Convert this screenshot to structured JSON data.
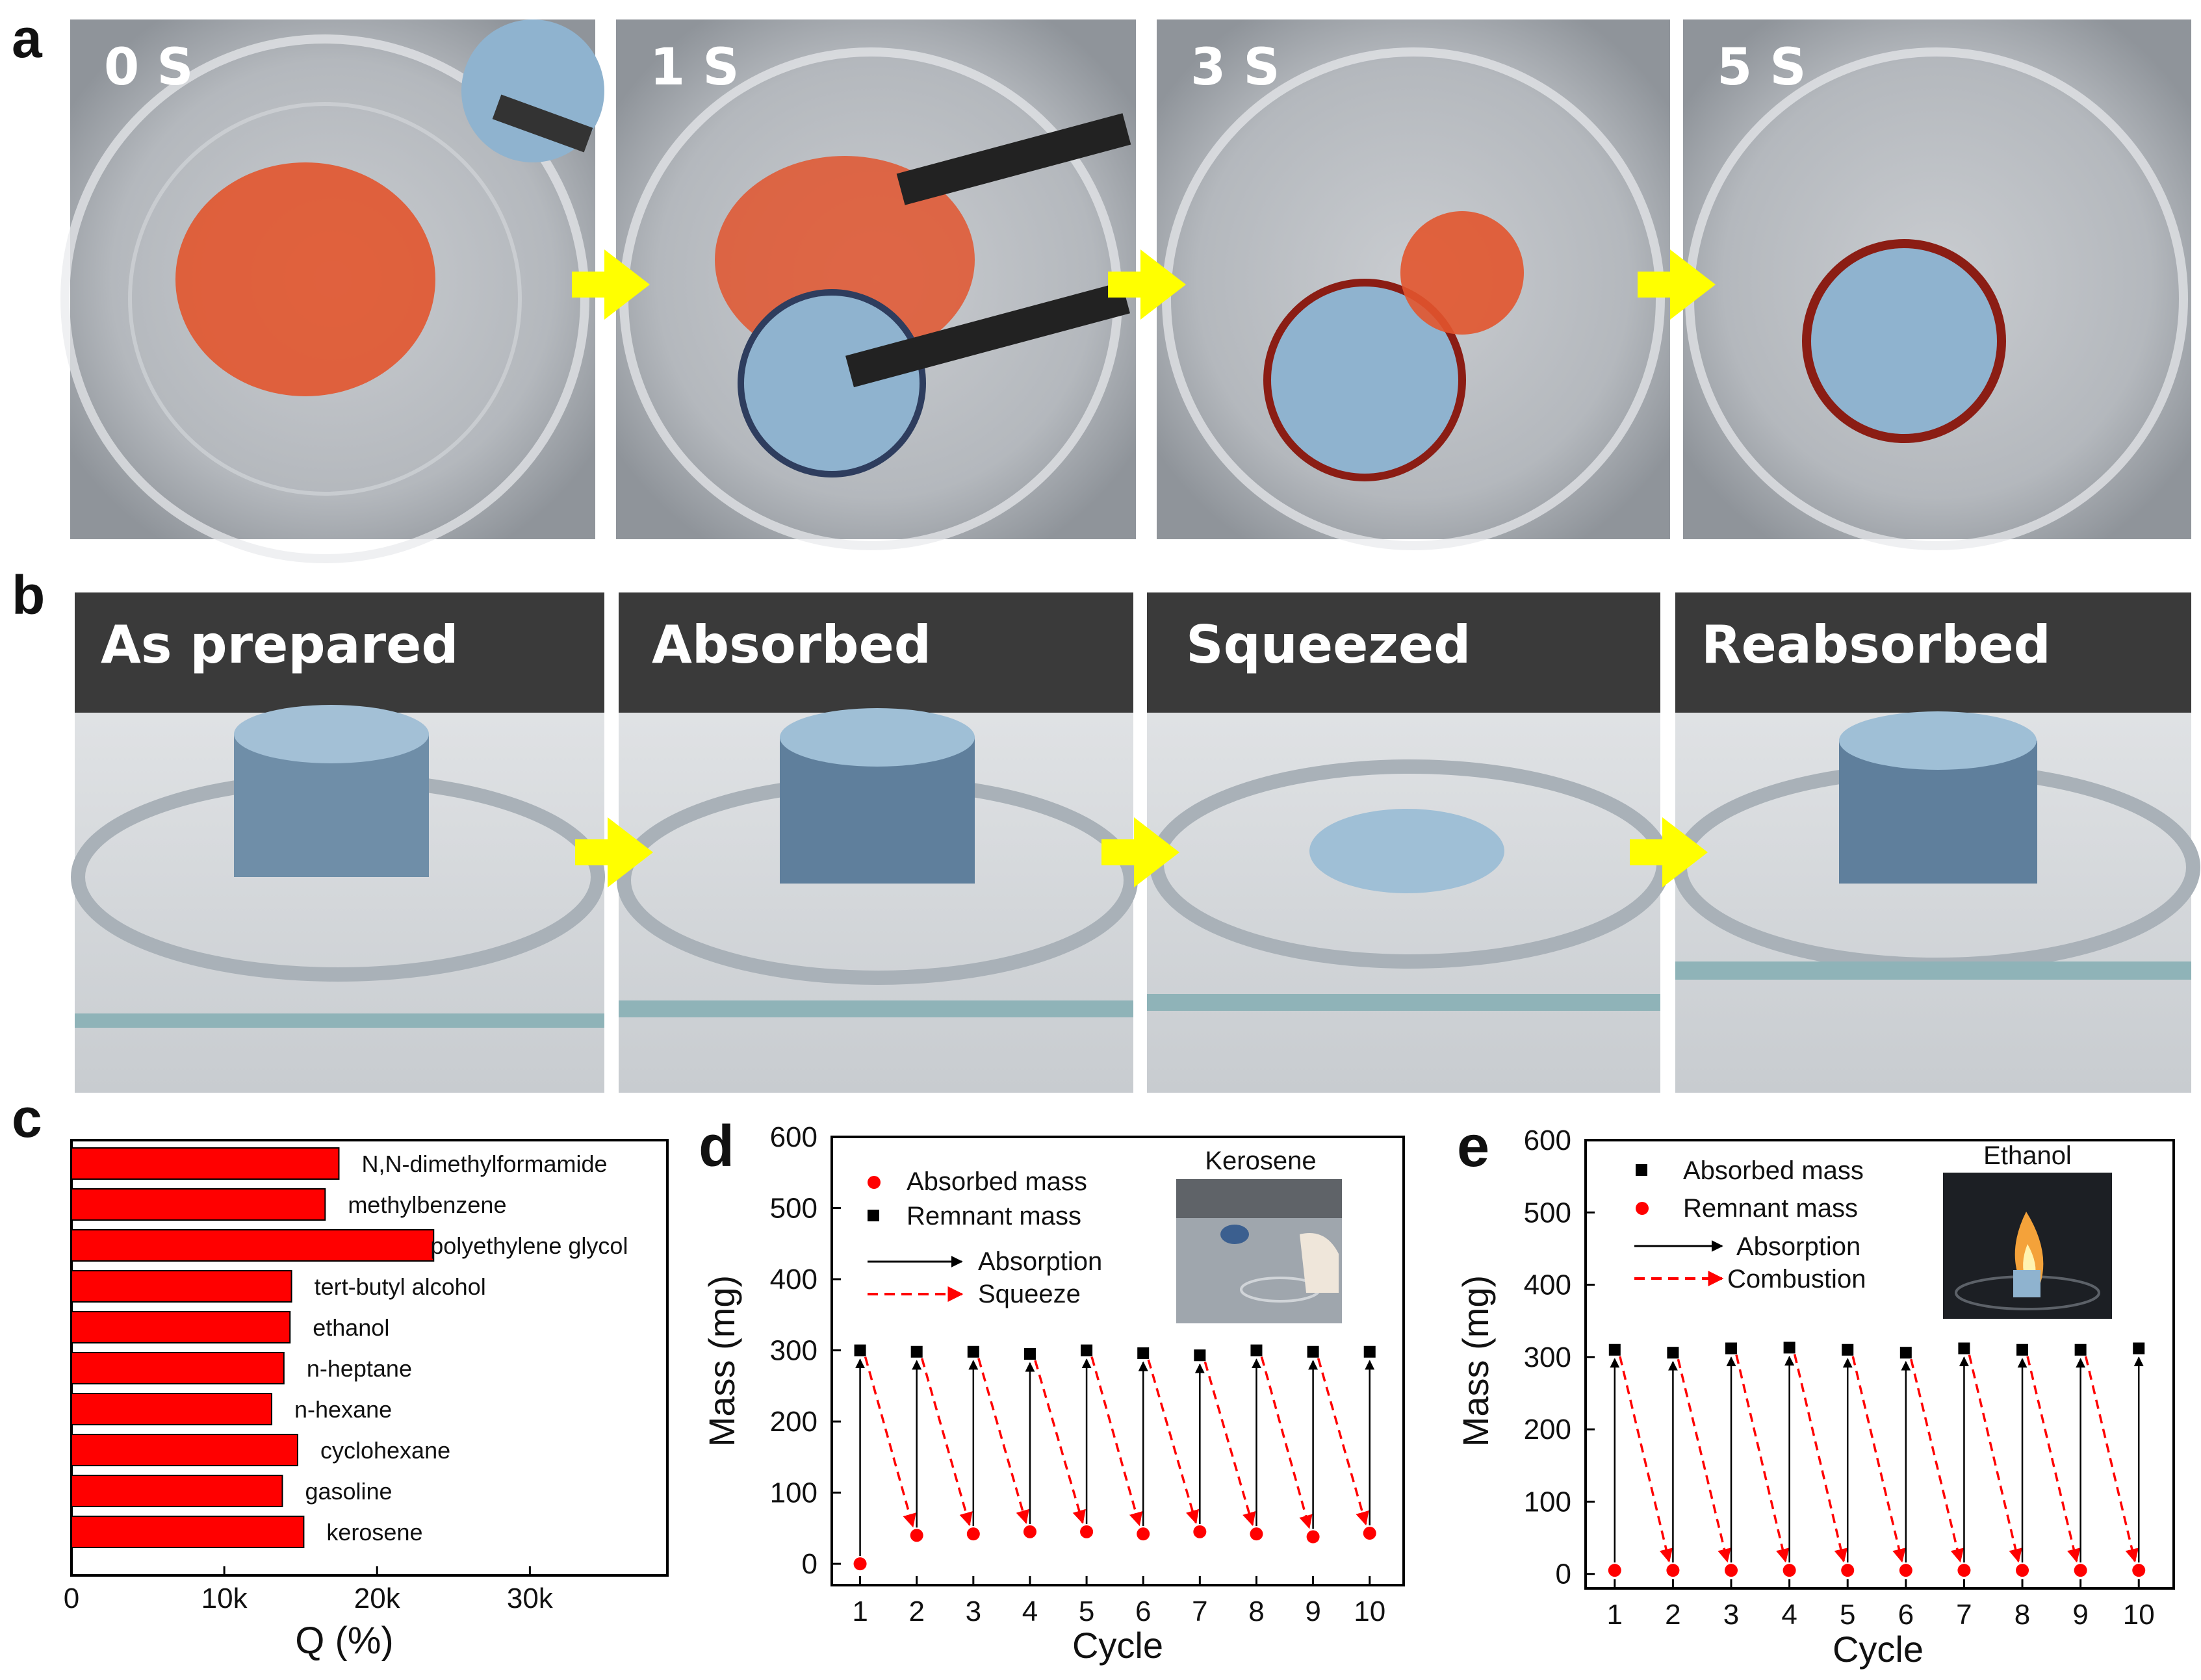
{
  "panel_labels": {
    "a": "a",
    "b": "b",
    "c": "c",
    "d": "d",
    "e": "e"
  },
  "row_a": {
    "frames": [
      "0 S",
      "1 S",
      "3 S",
      "5 S"
    ],
    "colors": {
      "water": "#b9bdc2",
      "oil_red": "#e2552e",
      "sponge_blue": "#8fb3cf",
      "arrow": "#ffff00"
    }
  },
  "row_b": {
    "frames": [
      "As prepared",
      "Absorbed",
      "Squeezed",
      "Reabsorbed"
    ],
    "colors": {
      "header": "#3a3a3a",
      "background": "#dcdfe2",
      "sponge_blue": "#9fbfd6",
      "arrow": "#ffff00"
    }
  },
  "chart_data": [
    {
      "type": "bar",
      "orientation": "horizontal",
      "categories": [
        "N,N-dimethylformamide",
        "methylbenzene",
        "polyethylene glycol",
        "tert-butyl alcohol",
        "ethanol",
        "n-heptane",
        "n-hexane",
        "cyclohexane",
        "gasoline",
        "kerosene"
      ],
      "values": [
        17500,
        16600,
        23700,
        14400,
        14300,
        13900,
        13100,
        14800,
        13800,
        15200
      ],
      "xlabel": "Q (%)",
      "xlim": [
        0,
        39000
      ],
      "xticks": [
        "0",
        "10k",
        "20k",
        "30k"
      ],
      "xtick_values": [
        0,
        10000,
        20000,
        30000
      ],
      "bar_color": "#ff0000",
      "grid": false
    },
    {
      "type": "scatter",
      "x": [
        1,
        2,
        3,
        4,
        5,
        6,
        7,
        8,
        9,
        10
      ],
      "series": [
        {
          "name": "Absorbed mass",
          "marker": "circle",
          "color": "#ff0000",
          "values": [
            0,
            40,
            42,
            45,
            45,
            42,
            45,
            42,
            38,
            43
          ]
        },
        {
          "name": "Remnant mass",
          "marker": "square",
          "color": "#000000",
          "values": [
            300,
            298,
            298,
            295,
            300,
            296,
            293,
            300,
            298,
            298
          ]
        }
      ],
      "arrows": [
        {
          "name": "Absorption",
          "style": "solid",
          "color": "#000000"
        },
        {
          "name": "Squeeze",
          "style": "dashed",
          "color": "#ff0000"
        }
      ],
      "inset_title": "Kerosene",
      "xlabel": "Cycle",
      "ylabel": "Mass (mg)",
      "xlim": [
        0.5,
        10.6
      ],
      "ylim": [
        -30,
        600
      ],
      "yticks": [
        0,
        100,
        200,
        300,
        400,
        500,
        600
      ],
      "xticks": [
        1,
        2,
        3,
        4,
        5,
        6,
        7,
        8,
        9,
        10
      ],
      "grid": false
    },
    {
      "type": "scatter",
      "x": [
        1,
        2,
        3,
        4,
        5,
        6,
        7,
        8,
        9,
        10
      ],
      "series": [
        {
          "name": "Absorbed mass",
          "marker": "square",
          "color": "#000000",
          "values": [
            310,
            306,
            312,
            313,
            310,
            306,
            312,
            310,
            310,
            312
          ]
        },
        {
          "name": "Remnant mass",
          "marker": "circle",
          "color": "#ff0000",
          "values": [
            5,
            5,
            5,
            5,
            5,
            5,
            5,
            5,
            5,
            5
          ]
        }
      ],
      "arrows": [
        {
          "name": "Absorption",
          "style": "solid",
          "color": "#000000"
        },
        {
          "name": "Combustion",
          "style": "dashed",
          "color": "#ff0000"
        }
      ],
      "inset_title": "Ethanol",
      "xlabel": "Cycle",
      "ylabel": "Mass (mg)",
      "xlim": [
        0.5,
        10.6
      ],
      "ylim": [
        -20,
        600
      ],
      "yticks": [
        0,
        100,
        200,
        300,
        400,
        500,
        600
      ],
      "xticks": [
        1,
        2,
        3,
        4,
        5,
        6,
        7,
        8,
        9,
        10
      ],
      "grid": false
    }
  ]
}
